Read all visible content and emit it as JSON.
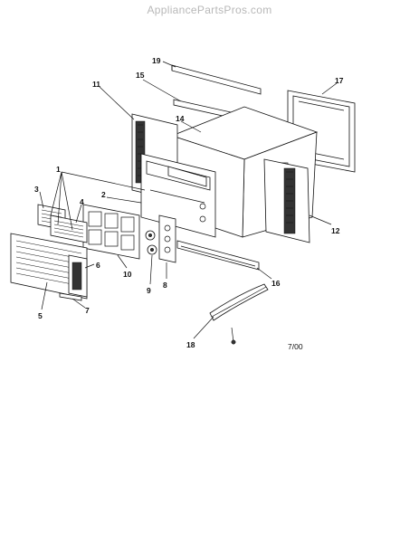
{
  "header": {
    "watermark": "AppliancePartsPros.com"
  },
  "diagram": {
    "date_code": "7/00",
    "callouts": [
      {
        "id": "c1",
        "text": "1"
      },
      {
        "id": "c2",
        "text": "2"
      },
      {
        "id": "c3",
        "text": "3"
      },
      {
        "id": "c4",
        "text": "4"
      },
      {
        "id": "c5",
        "text": "5"
      },
      {
        "id": "c6",
        "text": "6"
      },
      {
        "id": "c7",
        "text": "7"
      },
      {
        "id": "c8",
        "text": "8"
      },
      {
        "id": "c9",
        "text": "9"
      },
      {
        "id": "c10",
        "text": "10"
      },
      {
        "id": "c11",
        "text": "11"
      },
      {
        "id": "c12",
        "text": "12"
      },
      {
        "id": "c14",
        "text": "14"
      },
      {
        "id": "c15",
        "text": "15"
      },
      {
        "id": "c16",
        "text": "16"
      },
      {
        "id": "c17",
        "text": "17"
      },
      {
        "id": "c18",
        "text": "18"
      },
      {
        "id": "c19",
        "text": "19"
      }
    ]
  }
}
